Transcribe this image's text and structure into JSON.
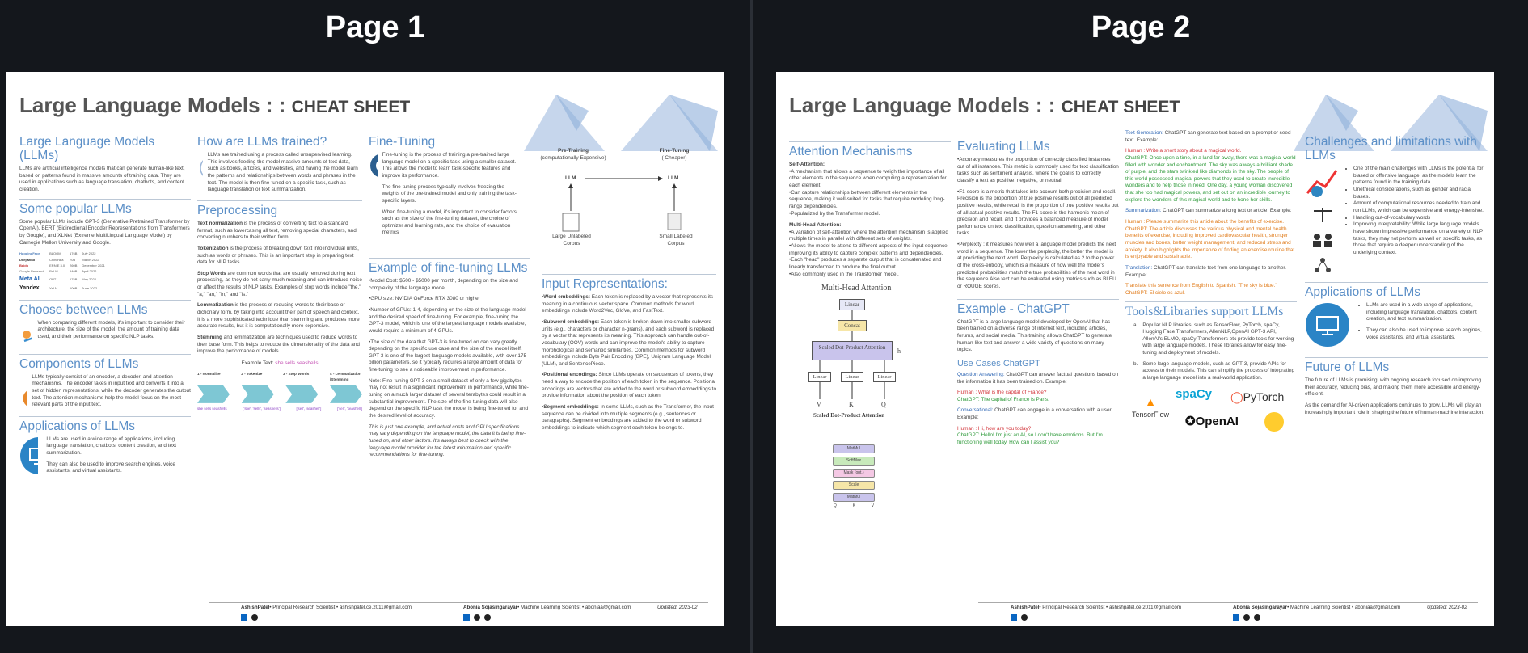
{
  "headers": {
    "page1": "Page 1",
    "page2": "Page 2"
  },
  "doc": {
    "title": "Large Language Models : : CHEAT SHEET",
    "title_main": "Large Language Models",
    "title_sep": " : : ",
    "title_sub": "CHEAT SHEET"
  },
  "p1": {
    "llm": {
      "h": "Large Language Models (LLMs)",
      "t": "LLMs are artificial intelligence models that can generate human-like text, based on patterns found in massive amounts of training data. They are used in applications such as language translation, chatbots, and content creation."
    },
    "popular": {
      "h": "Some popular LLMs",
      "t": "Some popular LLMs include GPT-3 (Generative Pretrained Transformer by OpenAI), BERT (Bidirectional Encoder Representations from Transformers by Google), and XLNet (Extreme MultiLingual Language Model) by Carnegie Mellon University and Google.",
      "rows": [
        [
          "HuggingFace",
          "BLOOM",
          "176B",
          "July 2022"
        ],
        [
          "DeepMind",
          "Chinchilla",
          "70B",
          "March 2022"
        ],
        [
          "Baidu",
          "ERNIE 3.0",
          "260B",
          "December 2021"
        ],
        [
          "Google Research",
          "PaLM",
          "540B",
          "April 2022"
        ],
        [
          "Meta AI",
          "OPT",
          "175B",
          "May 2022"
        ],
        [
          "Yandex",
          "YaLM",
          "100B",
          "June 2022"
        ]
      ],
      "logos": [
        "HuggingFace",
        "DeepMind",
        "Baidu",
        "Google Research",
        "Meta AI",
        "Yandex"
      ]
    },
    "choose": {
      "h": "Choose between LLMs",
      "t": "When comparing different models, it's important to consider their architecture, the size of the model, the amount of training data used, and their performance on specific NLP tasks."
    },
    "components": {
      "h": "Components of LLMs",
      "t": "LLMs typically consist of an encoder, a decoder, and attention mechanisms. The encoder takes in input text and converts it into a set of hidden representations, while the decoder generates the output text. The attention mechanisms help the model focus on the most relevant parts of the input text."
    },
    "apps": {
      "h": "Applications of LLMs",
      "b1": "LLMs are used in a wide range of applications, including language translation, chatbots, content creation, and text summarization.",
      "b2": "They can also be used to improve search engines, voice assistants, and virtual assistants."
    },
    "trained": {
      "h": "How are LLMs trained?",
      "t": "LLMs are trained using a process called unsupervised learning. This involves feeding the model massive amounts of text data, such as books, articles, and websites, and having the model learn the patterns and relationships between words and phrases in the text. The model is then fine-tuned on a specific task, such as language translation or text summarization."
    },
    "pre": {
      "h": "Preprocessing",
      "norm_k": "Text normalization",
      "norm": " is the process of converting text to a standard format, such as lowercasing all text, removing special characters, and converting numbers to their written form.",
      "tok_k": "Tokenization",
      "tok": " is the process of breaking down text into individual units, such as words or phrases. This is an important step in preparing text data for NLP tasks.",
      "stop_k": "Stop Words",
      "stop": " are common words that are usually removed during text processing, as they do not carry much meaning and can introduce noise or affect the results of NLP tasks. Examples of stop words include \"the,\" \"a,\" \"an,\" \"in,\" and \"is.\"",
      "lem_k": "Lemmatization",
      "lem": " is the process of reducing words to their base or dictionary form, by taking into account their part of speech and context. It is a more sophisticated technique than stemming and produces more accurate results, but it is computationally more expensive.",
      "stem_k": "Stemming",
      "stem": " and lemmatization are techniques used to reduce words to their base form. This helps to reduce the dimensionality of the data and improve the performance of models.",
      "ex_k": "Example Text:",
      "ex": "she sells seashells",
      "steps": [
        "1 - Normalize",
        "2 - Tokenize",
        "3 - Stop Words",
        "4 - Lemmatization /Stemming"
      ],
      "outs": [
        "she sells seashells",
        "['she', 'sells', 'seashells']",
        "['sell', 'seashell']",
        "['sell', 'seashell']"
      ]
    },
    "ft": {
      "h": "Fine-Tuning",
      "t1": "Fine-tuning is the process of training a pre-trained large language model on a specific task using a smaller dataset. This allows the model to learn task-specific features and improve its performance.",
      "t2": "The fine-tuning process typically involves freezing the weights of the pre-trained model and only training the task-specific layers.",
      "t3": "When fine-tuning a model, it's important to consider factors such as the size of the fine-tuning dataset, the choice of optimizer and learning rate, and the choice of evaluation metrics",
      "d_pre": "Pre-Training",
      "d_pre2": "(computationally Expensive)",
      "d_ft": "Fine-Tuning",
      "d_ft2": "( Cheaper)",
      "d_llm": "LLM",
      "d_c1": "Large Unlabeled",
      "d_c1b": "Corpus",
      "d_c2": "Small Labeled",
      "d_c2b": "Corpus"
    },
    "exft": {
      "h": "Example of fine-tuning LLMs",
      "b1": "•Model Cost: $500 - $5000 per month, depending on the size and complexity of the language model",
      "b2": "•GPU size: NVIDIA GeForce RTX 3080 or higher",
      "b3": "•Number of GPUs: 1-4, depending on the size of the language model and the desired speed of fine-tuning. For example, fine-tuning the GPT-3 model, which is one of the largest language models available, would require a minimum of 4 GPUs.",
      "b4": "•The size of the data that GPT-3 is fine-tuned on can vary greatly depending on the specific use case and the size of the model itself. GPT-3 is one of the largest language models available, with over 175 billion parameters, so it typically requires a large amount of data for fine-tuning to see a noticeable improvement in performance.",
      "note": "Note: Fine-tuning GPT-3 on a small dataset of only a few gigabytes may not result in a significant improvement in performance, while fine-tuning on a much larger dataset of several terabytes could result in a substantial improvement. The size of the fine-tuning data will also depend on the specific NLP task the model is being fine-tuned for and the desired level of accuracy.",
      "italic": "This is just one example, and actual costs and GPU specifications may vary depending on the language model, the data it is being fine-tuned on, and other factors. It's always best to check with the language model provider for the latest information and specific recommendations for fine-tuning."
    },
    "inrep": {
      "h": "Input Representations:",
      "wk": "•Word embeddings:",
      "w": " Each token is replaced by a vector that represents its meaning in a continuous vector space. Common methods for word embeddings include Word2Vec, GloVe, and FastText.",
      "sk": "•Subword embeddings:",
      "s": " Each token is broken down into smaller subword units (e.g., characters or character n-grams), and each subword is replaced by a vector that represents its meaning. This approach can handle out-of-vocabulary (OOV) words and can improve the model's ability to capture morphological and semantic similarities. Common methods for subword embeddings include Byte Pair Encoding (BPE), Unigram Language Model (ULM), and SentencePiece.",
      "pk": "•Positional encodings:",
      "pe": " Since LLMs operate on sequences of tokens, they need a way to encode the position of each token in the sequence. Positional encodings are vectors that are added to the word or subword embeddings to provide information about the position of each token.",
      "gk": "•Segment embeddings:",
      "g": " In some LLMs, such as the Transformer, the input sequence can be divided into multiple segments (e.g., sentences or paragraphs). Segment embeddings are added to the word or subword embeddings to indicate which segment each token belongs to."
    }
  },
  "p2": {
    "att": {
      "h": "Attention Mechanisms",
      "sa": "Self-Attention:",
      "sa1": "•A mechanism that allows a sequence to weigh the importance of all other elements in the sequence when computing a representation for each element.",
      "sa2": "•Can capture relationships between different elements in the sequence, making it well-suited for tasks that require modeling long-range dependencies.",
      "sa3": "•Popularized by the Transformer model.",
      "mh": "Multi-Head Attention:",
      "mh1": "•A variation of self-attention where the attention mechanism is applied multiple times in parallel with different sets of weights.",
      "mh2": "•Allows the model to attend to different aspects of the input sequence, improving its ability to capture complex patterns and dependencies.",
      "mh3": "•Each \"head\" produces a separate output that is concatenated and linearly transformed to produce the final output.",
      "mh4": "•Also commonly used in the Transformer model.",
      "fig_t": "Multi-Head Attention",
      "fig_lin": "Linear",
      "fig_cc": "Concat",
      "fig_sdp": "Scaled Dot-Product Attention",
      "fig_h": "h",
      "fig_v": "V",
      "fig_k": "K",
      "fig_q": "Q",
      "fig_cap": "Scaled Dot-Product Attention",
      "sd_boxes": [
        "MatMul",
        "SoftMax",
        "Mask (opt.)",
        "Scale",
        "MatMul"
      ],
      "sd_q": "Q",
      "sd_k": "K",
      "sd_v": "V"
    },
    "eval": {
      "h": "Evaluating LLMs",
      "acc": "•Accuracy measures the proportion of correctly classified instances out of all instances. This metric is commonly used for text classification tasks such as sentiment analysis, where the goal is to correctly classify a text as positive, negative, or neutral.",
      "f1": "•F1-score is a metric that takes into account both precision and recall. Precision is the proportion of true positive results out of all predicted positive results, while recall is the proportion of true positive results out of all actual positive results. The F1-score is the harmonic mean of precision and recall, and it provides a balanced measure of model performance on text classification, question answering, and other tasks.",
      "ppl": "•Perplexity : it measures how well a language model predicts the next word in a sequence. The lower the perplexity, the better the model is at predicting the next word. Perplexity is calculated as 2 to the power of the cross-entropy, which is a measure of how well the model's predicted probabilities match the true probabilities of the next word in the sequence.Also text can be evaluated using metrics such as BLEU or ROUGE scores."
    },
    "chat": {
      "h": "Example - ChatGPT",
      "t": "ChatGPT is a large language model developed by OpenAI that has been trained on a diverse range of internet text, including articles, forums, and social media. This training allows ChatGPT to generate human-like text and answer a wide variety of questions on many topics.",
      "uc": "Use Cases ChatGPT",
      "qa_k": "Question Answering:",
      "qa": " ChatGPT can answer factual questions based on the information it has been trained on. Example:",
      "qa_h": "Human : What is the capital of France?",
      "qa_c": "ChatGPT: The capital of France is Paris.",
      "cv_k": "Conversational:",
      "cv": " ChatGPT can engage in a conversation with a user. Example:",
      "cv_h": "Human : Hi, how are you today?",
      "cv_c": "ChatGPT: Hello! I'm just an AI, so I don't have emotions. But I'm functioning well today. How can I assist you?"
    },
    "gen": {
      "tg_k": "Text Generation:",
      "tg": " ChatGPT can generate text based on a prompt or seed text. Example:",
      "tg_h": "Human : Write a short story about a magical world.",
      "tg_c": "ChatGPT: Once upon a time, in a land far away, there was a magical world filled with wonder and enchantment. The sky was always a brilliant shade of purple, and the stars twinkled like diamonds in the sky. The people of this world possessed magical powers that they used to create incredible wonders and to help those in need. One day, a young woman discovered that she too had magical powers, and set out on an incredible journey to explore the wonders of this magical world and to hone her skills.",
      "sm_k": "Summarization:",
      "sm": " ChatGPT can summarize a long text or article. Example:",
      "sm_h": "Human : Please summarize this article about the benefits of exercise.",
      "sm_c": "ChatGPT: The article discusses the various physical and mental health benefits of exercise, including improved cardiovascular health, stronger muscles and bones, better weight management, and reduced stress and anxiety. It also highlights the importance of finding an exercise routine that is enjoyable and sustainable.",
      "tr_k": "Translation:",
      "tr": " ChatGPT can translate text from one language to another. Example:",
      "tr_h": "Translate this sentence from English to Spanish. \"The sky is blue.\"",
      "tr_c": "ChatGPT: El cielo es azul."
    },
    "tools": {
      "h": "Tools&Libraries support LLMs",
      "a_k": "a.",
      "a": "Popular NLP libraries, such as TensorFlow, PyTorch, spaCy, Hugging Face Transformers, AllenNLP,OpenAI GPT-3 API, AllenAI's ELMO, spaCy Transformers etc provide tools for working with large language models. These libraries allow for easy fine-tuning and deployment of models.",
      "b_k": "b.",
      "b": "Some large language models, such as GPT-3, provide APIs for access to their models. This can simplify the process of integrating a large language model into a real-world application.",
      "logos": [
        "spaCy",
        "PyTorch",
        "TensorFlow",
        "OpenAI"
      ]
    },
    "chal": {
      "h": "Challenges and limitations with LLMs",
      "b1": "One of the main challenges with LLMs is the potential for biased or offensive language, as the models learn the patterns found in the training data.",
      "b2": "Unethical considerations, such as gender and racial biases.",
      "b3": "Amount of computational resources needed to train and run LLMs, which can be expensive and energy-intensive.",
      "b4": "Handling out-of-vocabulary words",
      "b5": "Improving interpretability: While large language models have shown impressive performance on a variety of NLP tasks, they may not perform as well on specific tasks, as those that require a deeper understanding of the underlying context."
    },
    "apps": {
      "h": "Applications of LLMs",
      "b1": "LLMs are used in a wide range of applications, including language translation, chatbots, content creation, and text summarization.",
      "b2": "They can also be used to improve search engines, voice assistants, and virtual assistants."
    },
    "future": {
      "h": "Future of LLMs",
      "t1": "The future of LLMs is promising, with ongoing research focused on improving their accuracy, reducing bias, and making them more accessible and energy-efficient.",
      "t2": "As the demand for AI-driven applications continues to grow, LLMs will play an increasingly important role in shaping the future of human-machine interaction."
    }
  },
  "footer": {
    "a1_name": "AshishPatel",
    "a1": "• Principal Research Scientist • ashishpatel.ce.2011@gmail.com",
    "a2_name": "Abonia Sojasingarayar",
    "a2": "• Machine Learning Scientist • aboniaa@gmail.com",
    "updated": "Updated: 2023-02"
  },
  "colors": {
    "accent": "#5b8fc7",
    "triangle": "#aec5e4"
  }
}
